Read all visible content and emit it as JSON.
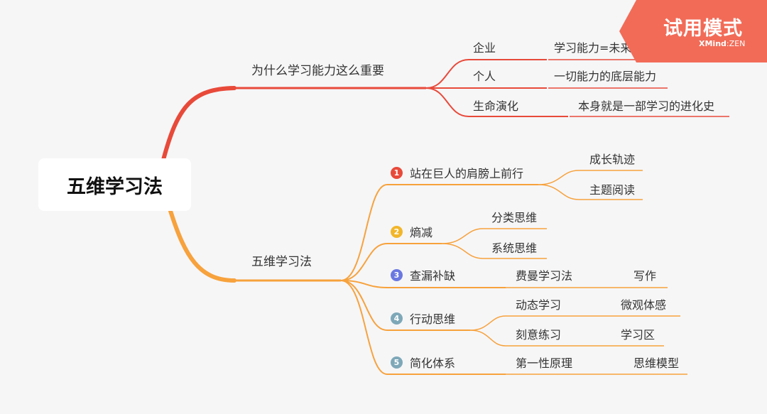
{
  "colors": {
    "red_branch": "#e84a3a",
    "orange_branch": "#f7a23c",
    "badge_1": "#e84a3a",
    "badge_2": "#f2b62a",
    "badge_3": "#6b78e0",
    "badge_4": "#7ea8b8",
    "badge_5": "#7ea8b8",
    "trial_banner": "#f26b57"
  },
  "root": {
    "label": "五维学习法"
  },
  "branch_why": {
    "label": "为什么学习能力这么重要",
    "children": [
      {
        "label": "企业",
        "sub": "学习能力=未来潜力"
      },
      {
        "label": "个人",
        "sub": "一切能力的底层能力"
      },
      {
        "label": "生命演化",
        "sub": "本身就是一部学习的进化史"
      }
    ]
  },
  "branch_five": {
    "label": "五维学习法",
    "items": [
      {
        "badge": "1",
        "label": "站在巨人的肩膀上前行",
        "children": [
          "成长轨迹",
          "主题阅读"
        ]
      },
      {
        "badge": "2",
        "label": "熵减",
        "children": [
          "分类思维",
          "系统思维"
        ]
      },
      {
        "badge": "3",
        "label": "查漏补缺",
        "child": "费曼学习法",
        "grandchild": "写作"
      },
      {
        "badge": "4",
        "label": "行动思维",
        "children": [
          {
            "label": "动态学习",
            "sub": "微观体感"
          },
          {
            "label": "刻意练习",
            "sub": "学习区"
          }
        ]
      },
      {
        "badge": "5",
        "label": "简化体系",
        "child": "第一性原理",
        "grandchild": "思维模型"
      }
    ]
  },
  "trial": {
    "title": "试用模式",
    "brand_bold": "XMind",
    "brand_sep": ":",
    "brand_rest": "ZEN"
  }
}
